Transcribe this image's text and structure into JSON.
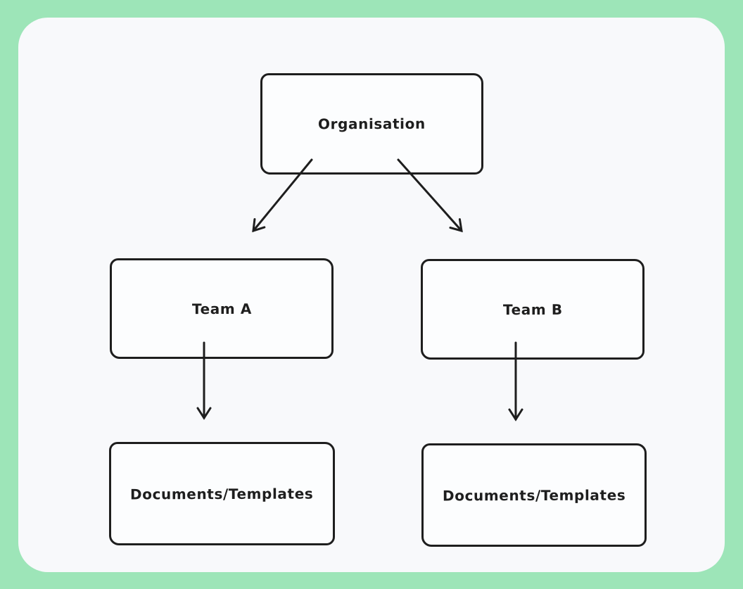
{
  "canvas": {
    "frame_color": "#9de5b8",
    "background_color": "#f8f9fb",
    "stroke_color": "#1e1e1e",
    "shape_fill_color": "#fcfdfe"
  },
  "nodes": [
    {
      "id": "organisation",
      "label": "Organisation"
    },
    {
      "id": "team-a",
      "label": "Team A"
    },
    {
      "id": "team-b",
      "label": "Team B"
    },
    {
      "id": "documents-a",
      "label": "Documents/Templates"
    },
    {
      "id": "documents-b",
      "label": "Documents/Templates"
    }
  ],
  "edges": [
    {
      "from": "organisation",
      "to": "team-a",
      "style": "arrow"
    },
    {
      "from": "organisation",
      "to": "team-b",
      "style": "arrow"
    },
    {
      "from": "team-a",
      "to": "documents-a",
      "style": "arrow"
    },
    {
      "from": "team-b",
      "to": "documents-b",
      "style": "arrow"
    }
  ]
}
